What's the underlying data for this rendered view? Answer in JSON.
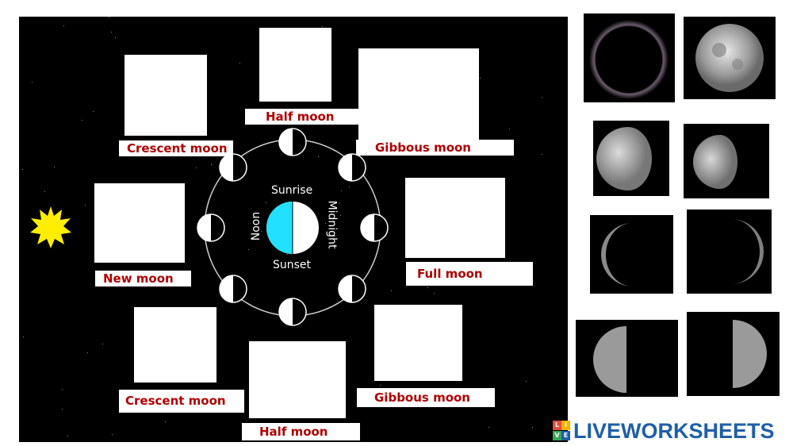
{
  "worksheet": {
    "labels": {
      "crescent_top": "Crescent moon",
      "half_top": "Half moon",
      "gibbous_top": "Gibbous moon",
      "new": "New moon",
      "full": "Full moon",
      "crescent_bottom": "Crescent moon",
      "half_bottom": "Half moon",
      "gibbous_bottom": "Gibbous moon"
    },
    "diagram": {
      "sunrise": "Sunrise",
      "sunset": "Sunset",
      "noon": "Noon",
      "midnight": "Midnight"
    },
    "colors": {
      "label_text": "#b00000",
      "earth_day": "#22e0ff",
      "sun": "#ffee00",
      "board": "#000000"
    }
  },
  "moon_images": [
    {
      "phase": "new"
    },
    {
      "phase": "full"
    },
    {
      "phase": "gibbous"
    },
    {
      "phase": "gibbous"
    },
    {
      "phase": "crescent"
    },
    {
      "phase": "crescent"
    },
    {
      "phase": "half"
    },
    {
      "phase": "half"
    }
  ],
  "branding": {
    "logo_text": "LIVEWORKSHEETS",
    "logo_icon_letters": [
      "L",
      "I",
      "V",
      "E"
    ],
    "logo_color": "#1f5fa8"
  }
}
